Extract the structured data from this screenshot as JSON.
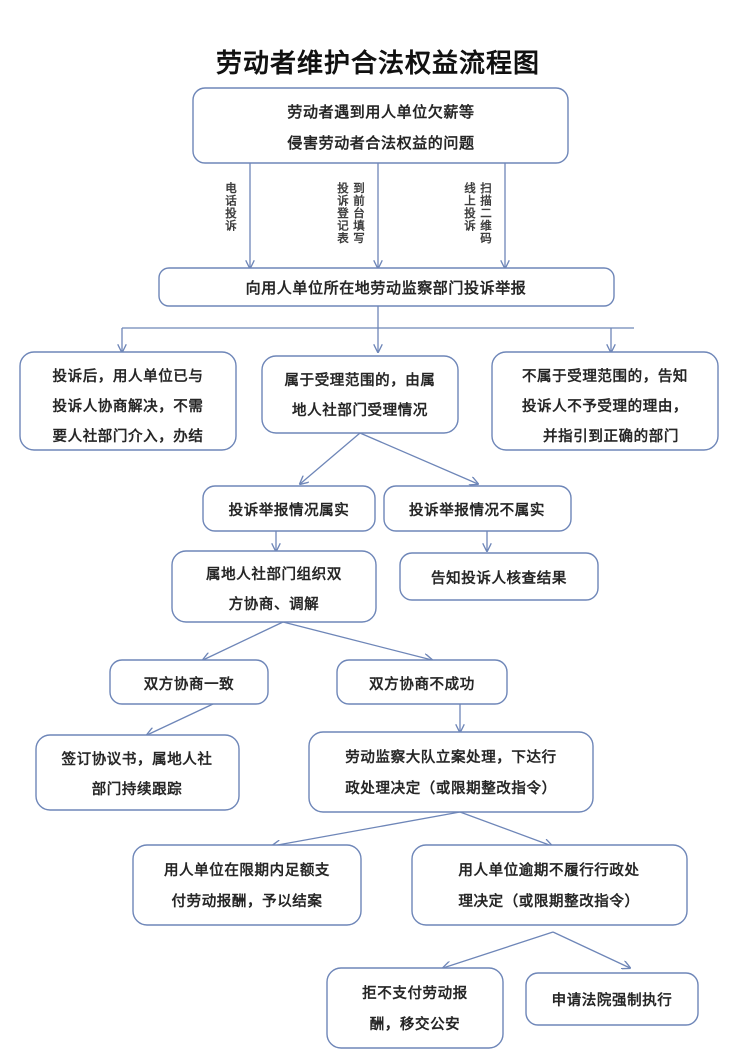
{
  "chart_data": {
    "type": "diagram",
    "title": "劳动者维护合法权益流程图",
    "diagram_kind": "flowchart",
    "orientation": "top-down",
    "colors": {
      "box_stroke": "#6e86b8",
      "box_fill": "#ffffff",
      "edge": "#6e86b8",
      "text": "#262626",
      "title": "#111111",
      "background": "#ffffff"
    },
    "nodes": [
      {
        "id": "n1",
        "lines": [
          "劳动者遇到用人单位欠薪等",
          "侵害劳动者合法权益的问题"
        ]
      },
      {
        "id": "n2",
        "lines": [
          "向用人单位所在地劳动监察部门投诉举报"
        ]
      },
      {
        "id": "n3",
        "lines": [
          "投诉后，用人单位已与",
          "投诉人协商解决，不需",
          "要人社部门介入，办结"
        ]
      },
      {
        "id": "n4",
        "lines": [
          "属于受理范围的，由属",
          "地人社部门受理情况"
        ]
      },
      {
        "id": "n5",
        "lines": [
          "不属于受理范围的，告知",
          "投诉人不予受理的理由，",
          "并指引到正确的部门"
        ]
      },
      {
        "id": "n6",
        "lines": [
          "投诉举报情况属实"
        ]
      },
      {
        "id": "n7",
        "lines": [
          "投诉举报情况不属实"
        ]
      },
      {
        "id": "n8",
        "lines": [
          "属地人社部门组织双",
          "方协商、调解"
        ]
      },
      {
        "id": "n9",
        "lines": [
          "告知投诉人核查结果"
        ]
      },
      {
        "id": "n10",
        "lines": [
          "双方协商一致"
        ]
      },
      {
        "id": "n11",
        "lines": [
          "双方协商不成功"
        ]
      },
      {
        "id": "n12",
        "lines": [
          "签订协议书，属地人社",
          "部门持续跟踪"
        ]
      },
      {
        "id": "n13",
        "lines": [
          "劳动监察大队立案处理，下达行",
          "政处理决定（或限期整改指令）"
        ]
      },
      {
        "id": "n14",
        "lines": [
          "用人单位在限期内足额支",
          "付劳动报酬，予以结案"
        ]
      },
      {
        "id": "n15",
        "lines": [
          "用人单位逾期不履行行政处",
          "理决定（或限期整改指令）"
        ]
      },
      {
        "id": "n16",
        "lines": [
          "拒不支付劳动报",
          "酬，移交公安"
        ]
      },
      {
        "id": "n17",
        "lines": [
          "申请法院强制执行"
        ]
      }
    ],
    "edge_labels": [
      {
        "id": "e1",
        "columns": [
          "电话投诉"
        ]
      },
      {
        "id": "e2",
        "columns": [
          "到前台填写",
          "投诉登记表"
        ]
      },
      {
        "id": "e3",
        "columns": [
          "扫描二维码",
          "线上投诉"
        ]
      }
    ],
    "edges": [
      {
        "from": "n1",
        "to": "n2",
        "label": "电话投诉"
      },
      {
        "from": "n1",
        "to": "n2",
        "label": "到前台填写投诉登记表"
      },
      {
        "from": "n1",
        "to": "n2",
        "label": "扫描二维码线上投诉"
      },
      {
        "from": "n2",
        "to": "n3",
        "label": ""
      },
      {
        "from": "n2",
        "to": "n4",
        "label": ""
      },
      {
        "from": "n2",
        "to": "n5",
        "label": ""
      },
      {
        "from": "n4",
        "to": "n6",
        "label": ""
      },
      {
        "from": "n4",
        "to": "n7",
        "label": ""
      },
      {
        "from": "n6",
        "to": "n8",
        "label": ""
      },
      {
        "from": "n7",
        "to": "n9",
        "label": ""
      },
      {
        "from": "n8",
        "to": "n10",
        "label": ""
      },
      {
        "from": "n8",
        "to": "n11",
        "label": ""
      },
      {
        "from": "n10",
        "to": "n12",
        "label": ""
      },
      {
        "from": "n11",
        "to": "n13",
        "label": ""
      },
      {
        "from": "n13",
        "to": "n14",
        "label": ""
      },
      {
        "from": "n13",
        "to": "n15",
        "label": ""
      },
      {
        "from": "n15",
        "to": "n16",
        "label": ""
      },
      {
        "from": "n15",
        "to": "n17",
        "label": ""
      }
    ]
  },
  "title": "劳动者维护合法权益流程图",
  "n1": {
    "l0": "劳动者遇到用人单位欠薪等",
    "l1": "侵害劳动者合法权益的问题"
  },
  "n2": {
    "l0": "向用人单位所在地劳动监察部门投诉举报"
  },
  "n3": {
    "l0": "投诉后，用人单位已与",
    "l1": "投诉人协商解决，不需",
    "l2": "要人社部门介入，办结"
  },
  "n4": {
    "l0": "属于受理范围的，由属",
    "l1": "地人社部门受理情况"
  },
  "n5": {
    "l0": "不属于受理范围的，告知",
    "l1": "投诉人不予受理的理由，",
    "l2": "并指引到正确的部门"
  },
  "n6": {
    "l0": "投诉举报情况属实"
  },
  "n7": {
    "l0": "投诉举报情况不属实"
  },
  "n8": {
    "l0": "属地人社部门组织双",
    "l1": "方协商、调解"
  },
  "n9": {
    "l0": "告知投诉人核查结果"
  },
  "n10": {
    "l0": "双方协商一致"
  },
  "n11": {
    "l0": "双方协商不成功"
  },
  "n12": {
    "l0": "签订协议书，属地人社",
    "l1": "部门持续跟踪"
  },
  "n13": {
    "l0": "劳动监察大队立案处理，下达行",
    "l1": "政处理决定（或限期整改指令）"
  },
  "n14": {
    "l0": "用人单位在限期内足额支",
    "l1": "付劳动报酬，予以结案"
  },
  "n15": {
    "l0": "用人单位逾期不履行行政处",
    "l1": "理决定（或限期整改指令）"
  },
  "n16": {
    "l0": "拒不支付劳动报",
    "l1": "酬，移交公安"
  },
  "n17": {
    "l0": "申请法院强制执行"
  },
  "edge_labels": {
    "e1a": "电话投诉",
    "e2a": "到前台填写",
    "e2b": "投诉登记表",
    "e3a": "扫描二维码",
    "e3b": "线上投诉"
  }
}
